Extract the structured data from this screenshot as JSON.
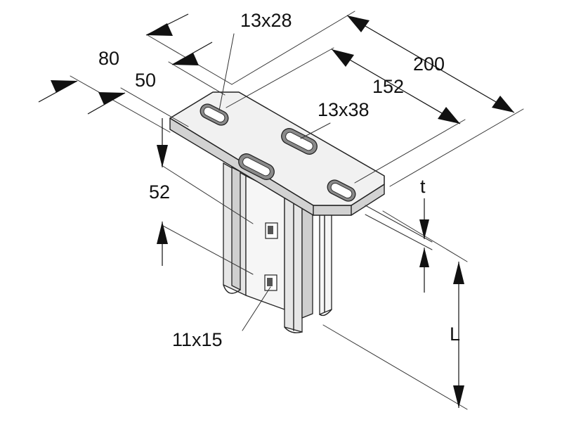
{
  "labels": {
    "hole_top": "13x28",
    "width_overall": "200",
    "width_inner": "152",
    "depth_outer": "80",
    "depth_inner": "50",
    "slot_long": "13x38",
    "thickness": "t",
    "offset_height": "52",
    "length": "L",
    "side_hole": "11x15"
  }
}
